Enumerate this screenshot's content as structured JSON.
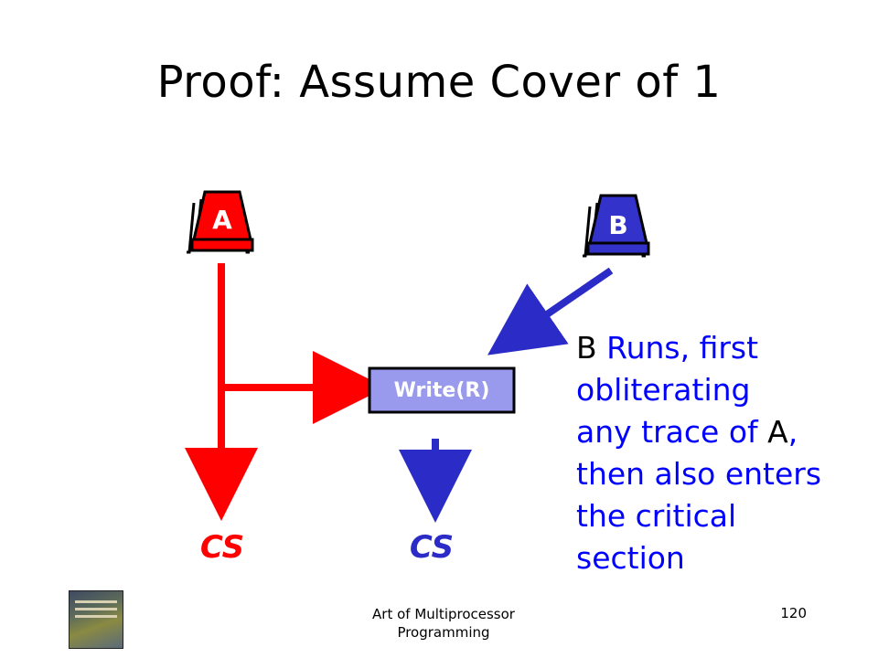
{
  "slide": {
    "title": "Proof: Assume Cover of 1"
  },
  "threads": {
    "a": {
      "label": "A",
      "color": "#ff0000"
    },
    "b": {
      "label": "B",
      "color": "#3333cc"
    }
  },
  "diagram": {
    "write_box_label": "Write(R)",
    "cs_left": "CS",
    "cs_right": "CS",
    "write_box_color": "#9999ee",
    "arrow_blue": "#2b2bc7"
  },
  "explanation": {
    "lead": "B",
    "line1_rest": " Runs, first",
    "line2": "obliterating",
    "line3_start": "any trace of ",
    "line3_a": "A",
    "line3_end": ",",
    "line4": "then also enters",
    "line5": "the critical",
    "line6": "section"
  },
  "footer": {
    "title_line1": "Art of Multiprocessor",
    "title_line2": "Programming",
    "page_number": "120"
  }
}
